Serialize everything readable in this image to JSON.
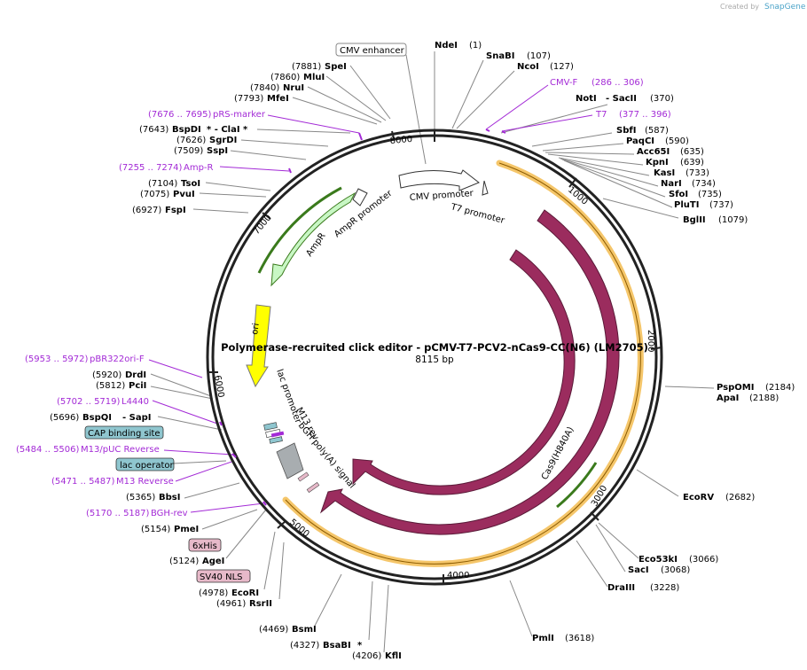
{
  "watermark": {
    "text": "Created by",
    "brand": "SnapGene"
  },
  "map": {
    "title": "Polymerase-recruited click editor - pCMV-T7-PCV2-nCas9-CC(N6) (LM2705)",
    "size": "8115 bp",
    "ticks": [
      "1000",
      "2000",
      "3000",
      "4000",
      "5000",
      "6000",
      "7000",
      "8000"
    ]
  },
  "features": {
    "cas9": "Cas9",
    "cas9_h840a": "Cas9(H840A)",
    "ori": "ori",
    "ampr": "AmpR",
    "ampr_promoter": "AmpR promoter",
    "cmv_promoter": "CMV promoter",
    "t7_promoter": "T7 promoter",
    "lac_promoter": "lac promoter",
    "m13_rev": "M13 rev",
    "bgh": "bGH poly(A) signal"
  },
  "colors": {
    "backbone": "#222222",
    "cas9": "#9b2c5e",
    "orf_highlight": "#f5c66a",
    "orf_line": "#3a7a1c",
    "ampr": "#c8f7c4",
    "ori": "#ffff00",
    "primer": "#a32ad6",
    "cap_box": "#8fc6cf",
    "his_box": "#e7b9c9",
    "gray_feature": "#a8adb0",
    "leader": "#888888"
  },
  "labels": [
    {
      "id": "cmv-enhancer",
      "name": "CMV enhancer",
      "kind": "box"
    },
    {
      "id": "ndei",
      "name": "NdeI",
      "pos": "(1)",
      "kind": "enzyme"
    },
    {
      "id": "snabi",
      "name": "SnaBI",
      "pos": "(107)",
      "kind": "enzyme"
    },
    {
      "id": "ncoi",
      "name": "NcoI",
      "pos": "(127)",
      "kind": "enzyme"
    },
    {
      "id": "cmv-f",
      "name": "CMV-F",
      "pos": "(286 .. 306)",
      "kind": "primer"
    },
    {
      "id": "noti",
      "name": "NotI",
      "extra": "- SacII",
      "pos": "(370)",
      "kind": "enzyme"
    },
    {
      "id": "t7",
      "name": "T7",
      "pos": "(377 .. 396)",
      "kind": "primer"
    },
    {
      "id": "sbfi",
      "name": "SbfI",
      "pos": "(587)",
      "kind": "enzyme"
    },
    {
      "id": "paqci",
      "name": "PaqCI",
      "pos": "(590)",
      "kind": "enzyme"
    },
    {
      "id": "acc65i",
      "name": "Acc65I",
      "pos": "(635)",
      "kind": "enzyme"
    },
    {
      "id": "kpni",
      "name": "KpnI",
      "pos": "(639)",
      "kind": "enzyme"
    },
    {
      "id": "kasi",
      "name": "KasI",
      "pos": "(733)",
      "kind": "enzyme"
    },
    {
      "id": "nari",
      "name": "NarI",
      "pos": "(734)",
      "kind": "enzyme"
    },
    {
      "id": "sfoi",
      "name": "SfoI",
      "pos": "(735)",
      "kind": "enzyme"
    },
    {
      "id": "pluti",
      "name": "PluTI",
      "pos": "(737)",
      "kind": "enzyme"
    },
    {
      "id": "bglii",
      "name": "BglII",
      "pos": "(1079)",
      "kind": "enzyme"
    },
    {
      "id": "pspomi",
      "name": "PspOMI",
      "pos": "(2184)",
      "kind": "enzyme"
    },
    {
      "id": "apai",
      "name": "ApaI",
      "pos": "(2188)",
      "kind": "enzyme"
    },
    {
      "id": "ecorv",
      "name": "EcoRV",
      "pos": "(2682)",
      "kind": "enzyme"
    },
    {
      "id": "eco53ki",
      "name": "Eco53kI",
      "pos": "(3066)",
      "kind": "enzyme"
    },
    {
      "id": "saci",
      "name": "SacI",
      "pos": "(3068)",
      "kind": "enzyme"
    },
    {
      "id": "draiii",
      "name": "DraIII",
      "pos": "(3228)",
      "kind": "enzyme"
    },
    {
      "id": "pmli",
      "name": "PmlI",
      "pos": "(3618)",
      "kind": "enzyme"
    },
    {
      "id": "kfli",
      "name": "KflI",
      "pos": "(4206)",
      "kind": "enzyme"
    },
    {
      "id": "bsabi",
      "name": "BsaBI",
      "extra": "*",
      "pos": "(4327)",
      "kind": "enzyme"
    },
    {
      "id": "bsmi",
      "name": "BsmI",
      "pos": "(4469)",
      "kind": "enzyme"
    },
    {
      "id": "rsrii",
      "name": "RsrII",
      "pos": "(4961)",
      "kind": "enzyme"
    },
    {
      "id": "ecori",
      "name": "EcoRI",
      "pos": "(4978)",
      "kind": "enzyme"
    },
    {
      "id": "sv40",
      "name": "SV40 NLS",
      "kind": "box"
    },
    {
      "id": "agei",
      "name": "AgeI",
      "pos": "(5124)",
      "kind": "enzyme"
    },
    {
      "id": "his",
      "name": "6xHis",
      "kind": "box"
    },
    {
      "id": "pmei",
      "name": "PmeI",
      "pos": "(5154)",
      "kind": "enzyme"
    },
    {
      "id": "bgh-rev",
      "name": "BGH-rev",
      "pos": "(5170 .. 5187)",
      "kind": "primer"
    },
    {
      "id": "bbsi",
      "name": "BbsI",
      "pos": "(5365)",
      "kind": "enzyme"
    },
    {
      "id": "m13-reverse",
      "name": "M13 Reverse",
      "pos": "(5471 .. 5487)",
      "kind": "primer"
    },
    {
      "id": "lac-operator",
      "name": "lac operator",
      "kind": "box"
    },
    {
      "id": "m13-puc",
      "name": "M13/pUC Reverse",
      "pos": "(5484 .. 5506)",
      "kind": "primer"
    },
    {
      "id": "cap",
      "name": "CAP binding site",
      "kind": "box"
    },
    {
      "id": "bspqi",
      "name": "BspQI",
      "extra": "- SapI",
      "pos": "(5696)",
      "kind": "enzyme"
    },
    {
      "id": "l4440",
      "name": "L4440",
      "pos": "(5702 .. 5719)",
      "kind": "primer"
    },
    {
      "id": "pcii",
      "name": "PciI",
      "pos": "(5812)",
      "kind": "enzyme"
    },
    {
      "id": "drdi",
      "name": "DrdI",
      "pos": "(5920)",
      "kind": "enzyme"
    },
    {
      "id": "pbr322",
      "name": "pBR322ori-F",
      "pos": "(5953 .. 5972)",
      "kind": "primer"
    },
    {
      "id": "fspi",
      "name": "FspI",
      "pos": "(6927)",
      "kind": "enzyme"
    },
    {
      "id": "pvui",
      "name": "PvuI",
      "pos": "(7075)",
      "kind": "enzyme"
    },
    {
      "id": "tsoi",
      "name": "TsoI",
      "pos": "(7104)",
      "kind": "enzyme"
    },
    {
      "id": "amp-r",
      "name": "Amp-R",
      "pos": "(7255 .. 7274)",
      "kind": "primer"
    },
    {
      "id": "sspi",
      "name": "SspI",
      "pos": "(7509)",
      "kind": "enzyme"
    },
    {
      "id": "sgrdi",
      "name": "SgrDI",
      "pos": "(7626)",
      "kind": "enzyme"
    },
    {
      "id": "bspdi",
      "name": "BspDI",
      "extra": "* - ClaI *",
      "pos": "(7643)",
      "kind": "enzyme"
    },
    {
      "id": "prs",
      "name": "pRS-marker",
      "pos": "(7676 .. 7695)",
      "kind": "primer"
    },
    {
      "id": "mfei",
      "name": "MfeI",
      "pos": "(7793)",
      "kind": "enzyme"
    },
    {
      "id": "nrui",
      "name": "NruI",
      "pos": "(7840)",
      "kind": "enzyme"
    },
    {
      "id": "mlui",
      "name": "MluI",
      "pos": "(7860)",
      "kind": "enzyme"
    },
    {
      "id": "spei",
      "name": "SpeI",
      "pos": "(7881)",
      "kind": "enzyme"
    }
  ]
}
